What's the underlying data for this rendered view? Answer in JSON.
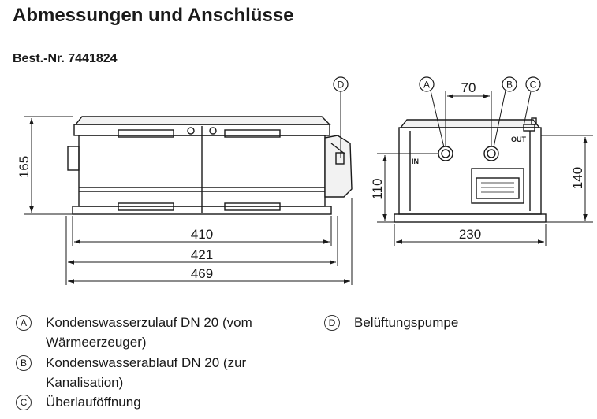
{
  "title": "Abmessungen und Anschlüsse",
  "order_number": "Best.-Nr. 7441824",
  "callouts": {
    "a": "A",
    "b": "B",
    "c": "C",
    "d": "D"
  },
  "front_view": {
    "height": "165",
    "width_410": "410",
    "width_421": "421",
    "width_469": "469"
  },
  "side_view": {
    "spacing_ab": "70",
    "height_110": "110",
    "height_140": "140",
    "width_230": "230",
    "label_in": "IN",
    "label_out": "OUT"
  },
  "legend": [
    {
      "key": "A",
      "text": "Kondenswasserzulauf DN 20 (vom Wärmeerzeuger)"
    },
    {
      "key": "B",
      "text": "Kondenswasserablauf DN 20 (zur Kanalisation)"
    },
    {
      "key": "C",
      "text": "Überlauföffnung"
    },
    {
      "key": "D",
      "text": "Belüftungspumpe"
    }
  ],
  "colors": {
    "line": "#1a1a1a",
    "text": "#1a1a1a",
    "background": "#ffffff"
  }
}
